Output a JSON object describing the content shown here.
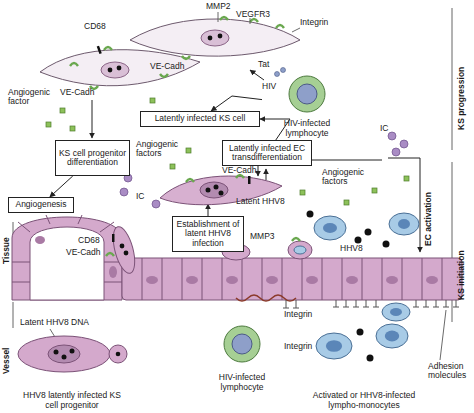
{
  "diagram": {
    "nodes": [
      {
        "text": [
          "HIV-infected lymphocyte"
        ]
      },
      {
        "text": [
          "Latently infected KS cell"
        ]
      },
      {
        "text": [
          "Latently infected EC transdifferentiation"
        ]
      },
      {
        "text": [
          "KS cell progenitor differentiation"
        ]
      },
      {
        "text": [
          "Angiogenesis"
        ]
      },
      {
        "text": [
          "Establishment of latent HHV8 infection"
        ]
      },
      {
        "text": [
          "HHV8 latently infected KS cell progenitor"
        ]
      },
      {
        "text": [
          "HIV-infected lymphocyte"
        ]
      },
      {
        "text": [
          "Activated or HHV8-infected lympho-monocytes"
        ]
      }
    ],
    "edges": [
      {
        "from": 0,
        "to": 1,
        "arrow": "to"
      },
      {
        "from": 2,
        "to": 1,
        "arrow": "to"
      },
      {
        "from": 3,
        "to": 4,
        "arrow": "to"
      }
    ],
    "labels": [
      "MMP2",
      "VEGFR3",
      "Integrin",
      "CD68",
      "VE-Cadh",
      "VE-Cadh",
      "Tat",
      "HIV",
      "Angiogenic factor",
      "KS progression",
      "Angiogenic factors",
      "VE-Cadh",
      "Latent HHV8",
      "IC",
      "IC",
      "Angiogenic factors",
      "EC activation",
      "KS initiation",
      "Tissue",
      "Vessel",
      "CD68",
      "VE-Cadh",
      "MMP3",
      "HHV8",
      "Integrin",
      "Integrin",
      "Latent HHV8 DNA",
      "Adhesion molecules"
    ]
  }
}
